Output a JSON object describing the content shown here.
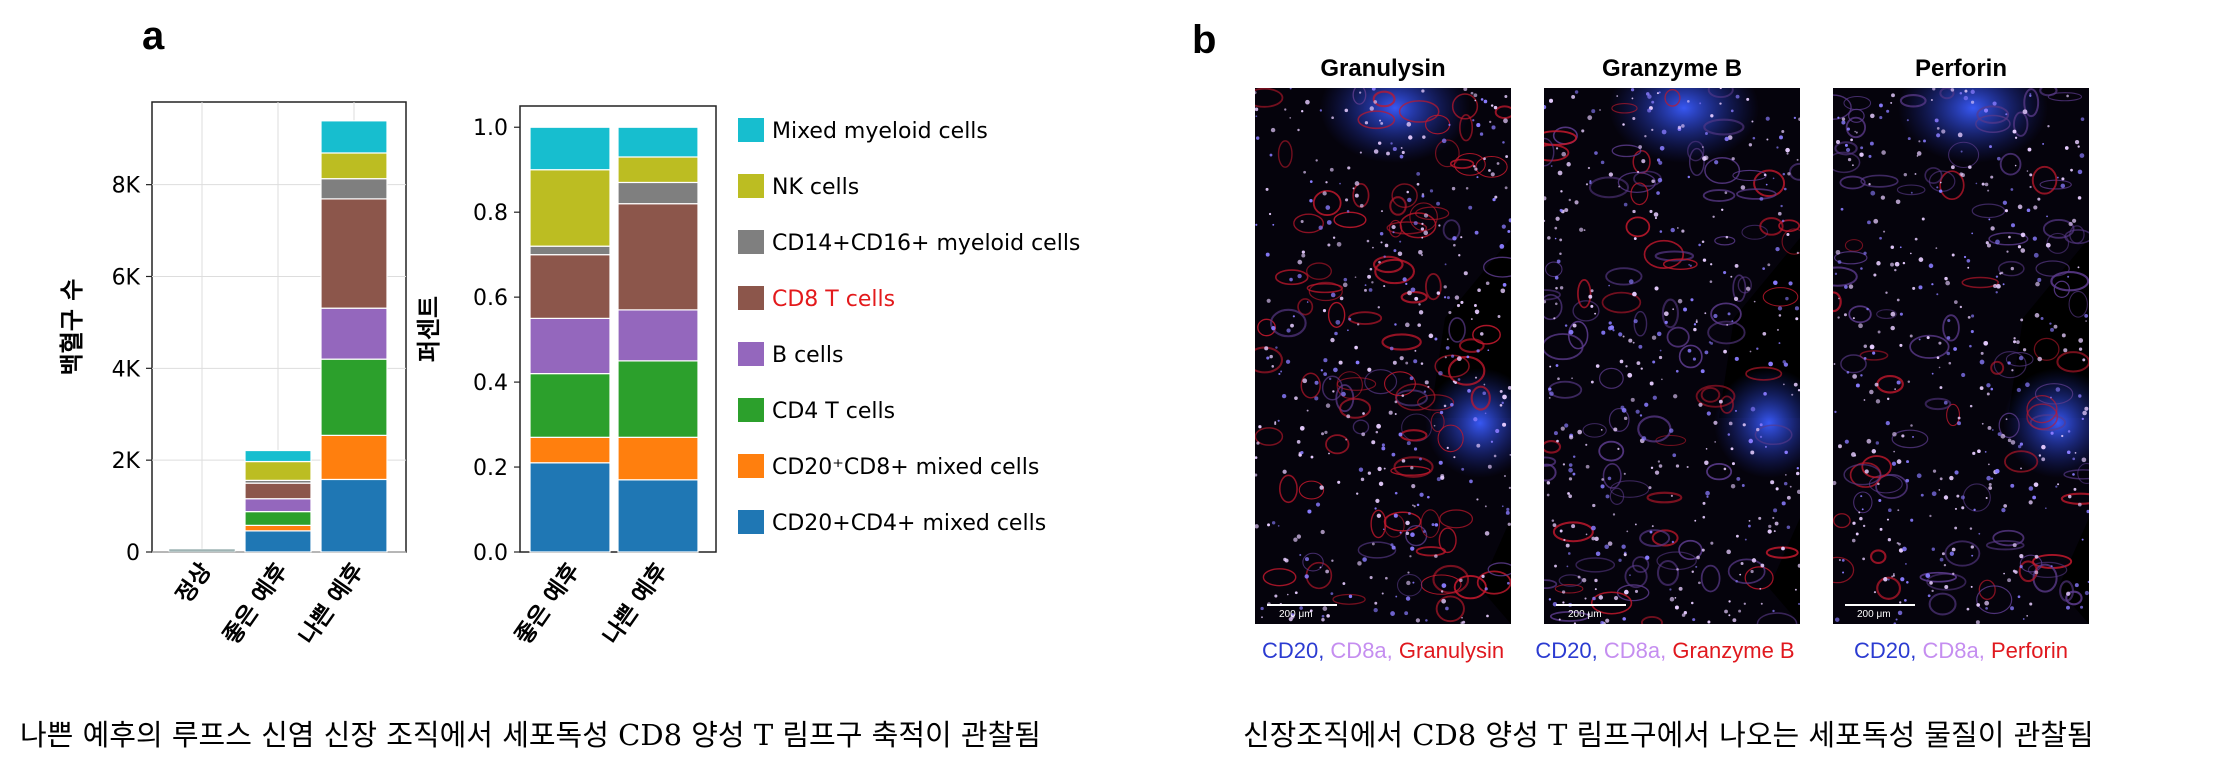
{
  "panel_a": {
    "letter": "a"
  },
  "panel_b": {
    "letter": "b"
  },
  "chart_data": [
    {
      "type": "bar",
      "stacked": true,
      "ylabel": "백혈구 수",
      "ylim": [
        0,
        9800
      ],
      "yticks": [
        0,
        2000,
        4000,
        6000,
        8000
      ],
      "ytick_labels": [
        "0",
        "2K",
        "4K",
        "6K",
        "8K"
      ],
      "grid": true,
      "categories": [
        "정상",
        "좋은 예후",
        "나쁜 예후"
      ],
      "series": [
        {
          "name": "CD20+CD4+ mixed cells",
          "values": [
            0,
            460,
            1580
          ]
        },
        {
          "name": "CD20⁺CD8+ mixed cells",
          "values": [
            0,
            120,
            960
          ]
        },
        {
          "name": "CD4 T cells",
          "values": [
            0,
            300,
            1660
          ]
        },
        {
          "name": "B cells",
          "values": [
            0,
            280,
            1110
          ]
        },
        {
          "name": "CD8 T cells",
          "values": [
            0,
            340,
            2380
          ]
        },
        {
          "name": "CD14+CD16+ myeloid cells",
          "values": [
            0,
            60,
            440
          ]
        },
        {
          "name": "NK cells",
          "values": [
            0,
            410,
            560
          ]
        },
        {
          "name": "Mixed myeloid cells",
          "values": [
            0,
            240,
            700
          ]
        }
      ]
    },
    {
      "type": "bar",
      "stacked": true,
      "ylabel": "퍼센트",
      "ylim": [
        0,
        1.05
      ],
      "yticks": [
        0.0,
        0.2,
        0.4,
        0.6,
        0.8,
        1.0
      ],
      "ytick_labels": [
        "0.0",
        "0.2",
        "0.4",
        "0.6",
        "0.8",
        "1.0"
      ],
      "categories": [
        "좋은 예후",
        "나쁜 예후"
      ],
      "series": [
        {
          "name": "CD20+CD4+ mixed cells",
          "values": [
            0.21,
            0.17
          ]
        },
        {
          "name": "CD20⁺CD8+ mixed cells",
          "values": [
            0.06,
            0.1
          ]
        },
        {
          "name": "CD4 T cells",
          "values": [
            0.15,
            0.18
          ]
        },
        {
          "name": "B cells",
          "values": [
            0.13,
            0.12
          ]
        },
        {
          "name": "CD8 T cells",
          "values": [
            0.15,
            0.25
          ]
        },
        {
          "name": "CD14+CD16+ myeloid cells",
          "values": [
            0.02,
            0.05
          ]
        },
        {
          "name": "NK cells",
          "values": [
            0.18,
            0.06
          ]
        },
        {
          "name": "Mixed myeloid cells",
          "values": [
            0.1,
            0.07
          ]
        }
      ]
    }
  ],
  "legend": [
    {
      "label": "Mixed myeloid cells",
      "color": "#17becf",
      "label_color": "#000000"
    },
    {
      "label": "NK cells",
      "color": "#bcbd22",
      "label_color": "#000000"
    },
    {
      "label": "CD14+CD16+ myeloid cells",
      "color": "#7f7f7f",
      "label_color": "#000000"
    },
    {
      "label": "CD8 T cells",
      "color": "#8c564b",
      "label_color": "#e31a1c"
    },
    {
      "label": "B cells",
      "color": "#9467bd",
      "label_color": "#000000"
    },
    {
      "label": "CD4 T cells",
      "color": "#2ca02c",
      "label_color": "#000000"
    },
    {
      "label": "CD20⁺CD8+ mixed cells",
      "color": "#ff7f0e",
      "label_color": "#000000"
    },
    {
      "label": "CD20+CD4+ mixed cells",
      "color": "#1f77b4",
      "label_color": "#000000"
    }
  ],
  "series_colors": [
    "#1f77b4",
    "#ff7f0e",
    "#2ca02c",
    "#9467bd",
    "#8c564b",
    "#7f7f7f",
    "#bcbd22",
    "#17becf"
  ],
  "micrographs": [
    {
      "title": "Granulysin",
      "scale": "200 μm",
      "stain": [
        {
          "text": "CD20",
          "color": "#2b3bd1"
        },
        {
          "text": ", ",
          "color": "#2b3bd1"
        },
        {
          "text": "CD8a",
          "color": "#c58ef0"
        },
        {
          "text": ", ",
          "color": "#c58ef0"
        },
        {
          "text": "Granulysin",
          "color": "#e0181e"
        }
      ]
    },
    {
      "title": "Granzyme B",
      "scale": "200 μm",
      "stain": [
        {
          "text": "CD20",
          "color": "#2b3bd1"
        },
        {
          "text": ", ",
          "color": "#2b3bd1"
        },
        {
          "text": "CD8a",
          "color": "#c58ef0"
        },
        {
          "text": ", ",
          "color": "#c58ef0"
        },
        {
          "text": "Granzyme B",
          "color": "#e0181e"
        }
      ]
    },
    {
      "title": "Perforin",
      "scale": "200 μm",
      "stain": [
        {
          "text": "CD20",
          "color": "#2b3bd1"
        },
        {
          "text": ", ",
          "color": "#2b3bd1"
        },
        {
          "text": "CD8a",
          "color": "#c58ef0"
        },
        {
          "text": ", ",
          "color": "#c58ef0"
        },
        {
          "text": "Perforin",
          "color": "#e0181e"
        }
      ]
    }
  ],
  "captions": {
    "left": "나쁜 예후의 루프스 신염 신장 조직에서 세포독성 CD8 양성 T 림프구 축적이  관찰됨",
    "right": "신장조직에서 CD8 양성 T 림프구에서 나오는 세포독성 물질이 관찰됨"
  }
}
